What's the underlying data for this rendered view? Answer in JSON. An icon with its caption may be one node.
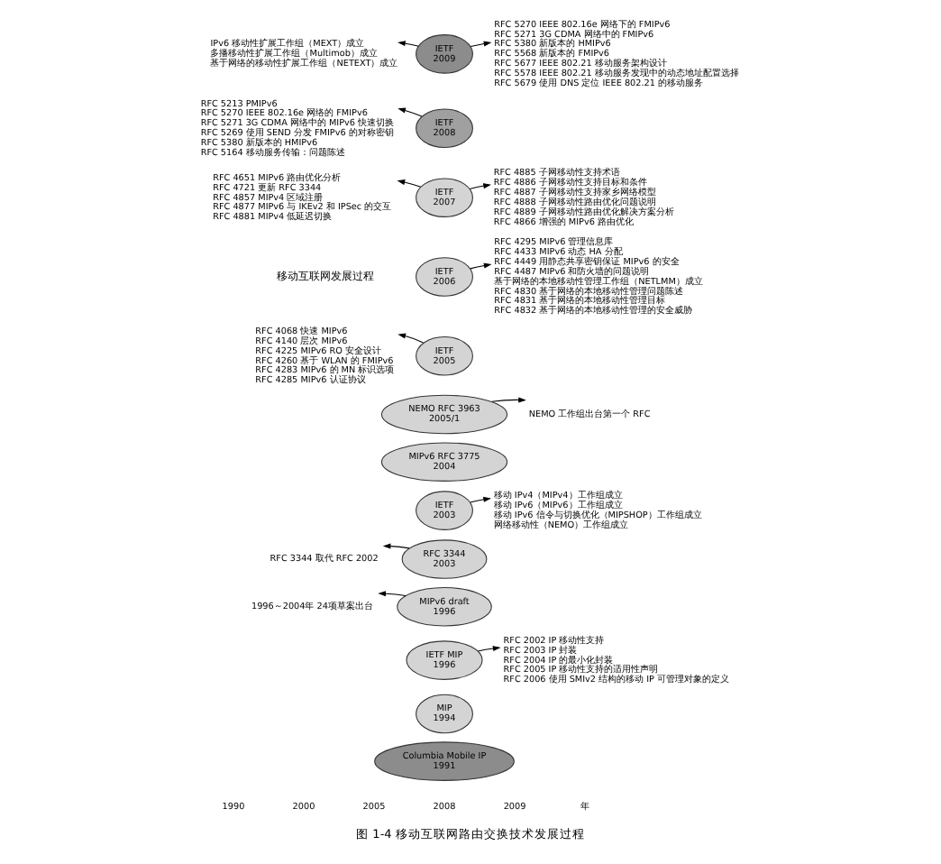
{
  "diagram": {
    "caption": "图 1-4 移动互联网路由交换技术发展过程",
    "nodes": [
      {
        "text": [
          "RFC 5270 IEEE 802.16e 网络下的 FMIPv6",
          "RFC 5271 3G CDMA 网络中的 FMIPv6",
          "RFC 5380 新版本的 HMIPv6",
          "RFC 5568 新版本的 FMIPv6",
          "RFC 5677 IEEE 802.21 移动服务架构设计",
          "RFC 5578 IEEE 802.21 移动服务发现中的动态地址配置选择",
          "RFC 5679 使用 DNS 定位 IEEE 802.21 的移动服务"
        ]
      },
      {
        "text": [
          "IPv6 移动性扩展工作组（MEXT）成立",
          "多播移动性扩展工作组（Multimob）成立",
          "基于网络的移动性扩展工作组（NETEXT）成立"
        ]
      },
      {
        "text": [
          "IETF",
          "2009"
        ]
      },
      {
        "text": [
          "RFC 5213 PMIPv6",
          "RFC 5270 IEEE 802.16e 网络的 FMIPv6",
          "RFC 5271 3G CDMA 网络中的 MIPv6 快速切换",
          "RFC 5269 使用 SEND 分发 FMIPv6 的对称密钥",
          "RFC 5380 新版本的 HMIPv6",
          "RFC 5164 移动服务传输：问题陈述"
        ]
      },
      {
        "text": [
          "IETF",
          "2008"
        ]
      },
      {
        "text": [
          "RFC 4651 MIPv6 路由优化分析",
          "RFC 4721 更新 RFC 3344",
          "RFC 4857 MIPv4 区域注册",
          "RFC 4877 MIPv6 与 IKEv2 和 IPSec 的交互",
          "RFC 4881 MIPv4 低延迟切换"
        ]
      },
      {
        "text": [
          "IETF",
          "2007"
        ]
      },
      {
        "text": [
          "RFC 4885 子网移动性支持术语",
          "RFC 4886 子网移动性支持目标和条件",
          "RFC 4887 子网移动性支持家乡网络模型",
          "RFC 4888 子网移动性路由优化问题说明",
          "RFC 4889 子网移动性路由优化解决方案分析",
          "RFC 4866 增强的 MIPv6 路由优化"
        ]
      },
      {
        "text": [
          "IETF",
          "2006"
        ]
      },
      {
        "text": [
          "IETF",
          "2005"
        ]
      },
      {
        "text": [
          "RFC 4295 MIPv6 管理信息库",
          "RFC 4433 MIPv6 动态 HA 分配",
          "RFC 4449 用静态共享密钥保证 MIPv6 的安全",
          "RFC 4487 MIPv6 和防火墙的问题说明",
          "基于网络的本地移动性管理工作组（NETLMM）成立",
          "RFC 4830 基于网络的本地移动性管理问题陈述",
          "RFC 4831 基于网络的本地移动性管理目标",
          "RFC 4832 基于网络的本地移动性管理的安全威胁"
        ]
      },
      {
        "text": [
          "NEMO RFC 3963",
          "2005/1"
        ]
      },
      {
        "text": [
          "RFC 4068 快速 MIPv6",
          "RFC 4140 层次 MIPv6",
          "RFC 4225 MIPv6 RO 安全设计",
          "RFC 4260 基于 WLAN 的 FMIPv6",
          "RFC 4283 MIPv6 的 MN 标识选项",
          "RFC 4285 MIPv6 认证协议"
        ]
      },
      {
        "text": [
          "MIPv6 RFC 3775",
          "2004"
        ]
      },
      {
        "text": [
          "IETF",
          "2003"
        ]
      },
      {
        "text": [
          "NEMO 工作组出台第一个 RFC"
        ]
      },
      {
        "text": [
          "RFC 3344 取代 RFC 2002"
        ]
      },
      {
        "text": [
          "RFC 3344",
          "2003"
        ]
      },
      {
        "text": [
          "移动 IPv4（MIPv4）工作组成立",
          "移动 IPv6（MIPv6）工作组成立",
          "移动 IPv6 信令与切换优化（MIPSHOP）工作组成立",
          "网络移动性（NEMO）工作组成立"
        ]
      },
      {
        "text": [
          "MIPv6 draft",
          "1996"
        ]
      },
      {
        "text": [
          "1996～2004年 24项草案出台"
        ]
      },
      {
        "text": [
          "IETF MIP",
          "1996"
        ]
      },
      {
        "text": [
          "RFC 2002 IP 移动性支持",
          "RFC 2003 IP 封装",
          "RFC 2004 IP 的最小化封装",
          "RFC 2005 IP 移动性支持的适用性声明",
          "RFC 2006 使用 SMIv2 结构的移动 IP 可管理对象的定义"
        ]
      },
      {
        "text": [
          "MIP",
          "1994"
        ]
      },
      {
        "text": [
          "Columbia Mobile IP",
          "1991"
        ]
      }
    ],
    "edges": [
      {
        "from": 2,
        "to": 1,
        "arrow": "to"
      },
      {
        "from": 2,
        "to": 0,
        "arrow": "to"
      },
      {
        "from": 4,
        "to": 3,
        "arrow": "to"
      },
      {
        "from": 6,
        "to": 5,
        "arrow": "to"
      },
      {
        "from": 6,
        "to": 7,
        "arrow": "to"
      },
      {
        "from": 8,
        "to": 10,
        "arrow": "to"
      },
      {
        "from": 9,
        "to": 12,
        "arrow": "to"
      },
      {
        "from": 11,
        "to": 15,
        "arrow": "to"
      },
      {
        "from": 14,
        "to": 18,
        "arrow": "to"
      },
      {
        "from": 17,
        "to": 16,
        "arrow": "to"
      },
      {
        "from": 19,
        "to": 20,
        "arrow": "to"
      },
      {
        "from": 21,
        "to": 22,
        "arrow": "to"
      }
    ],
    "labels": [
      "移动互联网发展过程",
      "1990",
      "2000",
      "2005",
      "2008",
      "2009",
      "年"
    ]
  }
}
